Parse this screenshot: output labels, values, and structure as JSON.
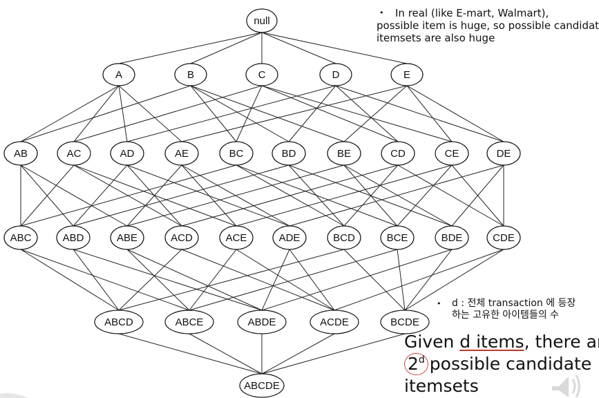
{
  "diagram": {
    "nodes": [
      {
        "id": "null",
        "label": "null",
        "level": 0
      },
      {
        "id": "A",
        "label": "A",
        "level": 1
      },
      {
        "id": "B",
        "label": "B",
        "level": 1
      },
      {
        "id": "C",
        "label": "C",
        "level": 1
      },
      {
        "id": "D",
        "label": "D",
        "level": 1
      },
      {
        "id": "E",
        "label": "E",
        "level": 1
      },
      {
        "id": "AB",
        "label": "AB",
        "level": 2
      },
      {
        "id": "AC",
        "label": "AC",
        "level": 2
      },
      {
        "id": "AD",
        "label": "AD",
        "level": 2
      },
      {
        "id": "AE",
        "label": "AE",
        "level": 2
      },
      {
        "id": "BC",
        "label": "BC",
        "level": 2
      },
      {
        "id": "BD",
        "label": "BD",
        "level": 2
      },
      {
        "id": "BE",
        "label": "BE",
        "level": 2
      },
      {
        "id": "CD",
        "label": "CD",
        "level": 2
      },
      {
        "id": "CE",
        "label": "CE",
        "level": 2
      },
      {
        "id": "DE",
        "label": "DE",
        "level": 2
      },
      {
        "id": "ABC",
        "label": "ABC",
        "level": 3
      },
      {
        "id": "ABD",
        "label": "ABD",
        "level": 3
      },
      {
        "id": "ABE",
        "label": "ABE",
        "level": 3
      },
      {
        "id": "ACD",
        "label": "ACD",
        "level": 3
      },
      {
        "id": "ACE",
        "label": "ACE",
        "level": 3
      },
      {
        "id": "ADE",
        "label": "ADE",
        "level": 3
      },
      {
        "id": "BCD",
        "label": "BCD",
        "level": 3
      },
      {
        "id": "BCE",
        "label": "BCE",
        "level": 3
      },
      {
        "id": "BDE",
        "label": "BDE",
        "level": 3
      },
      {
        "id": "CDE",
        "label": "CDE",
        "level": 3
      },
      {
        "id": "ABCD",
        "label": "ABCD",
        "level": 4
      },
      {
        "id": "ABCE",
        "label": "ABCE",
        "level": 4
      },
      {
        "id": "ABDE",
        "label": "ABDE",
        "level": 4
      },
      {
        "id": "ACDE",
        "label": "ACDE",
        "level": 4
      },
      {
        "id": "BCDE",
        "label": "BCDE",
        "level": 4
      },
      {
        "id": "ABCDE",
        "label": "ABCDE",
        "level": 5
      }
    ]
  },
  "notes": {
    "top_bullet": "•",
    "top_line1": "In real (like E-mart, Walmart),",
    "top_line2": "possible item is huge, so possible candidate",
    "top_line3": "itemsets are also huge",
    "d_bullet": "•",
    "d_line1": "d : 전체 transaction 에 등장",
    "d_line2": "하는 고유한 아이템들의 수"
  },
  "given": {
    "part1": "Given ",
    "part2": "d items",
    "part3": ", there are",
    "base": "2",
    "exp": "d",
    "part4": "possible candidate",
    "part5": "itemsets"
  },
  "colors": {
    "line": "#222222",
    "node_stroke": "#111111",
    "circle_annotation": "#d64541",
    "underline_annotation": "#c0392b",
    "speaker_icon": "#d9d9d9"
  }
}
